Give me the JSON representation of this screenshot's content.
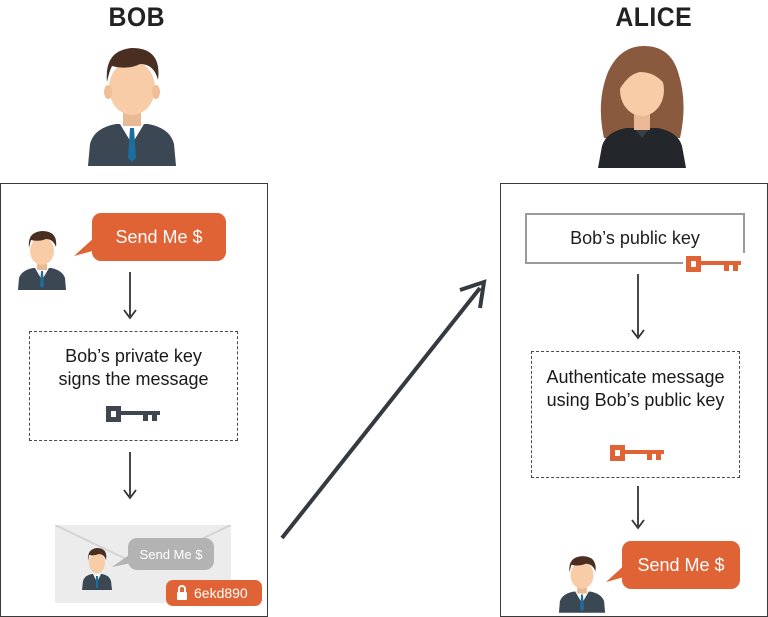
{
  "bob": {
    "title": "BOB",
    "message_bubble": "Send Me $",
    "sign_text": "Bob’s private key signs the message",
    "envelope_bubble": "Send Me $",
    "signature_code": "6ekd890"
  },
  "alice": {
    "title": "ALICE",
    "public_key_label": "Bob’s public key",
    "auth_text": "Authenticate message using Bob’s public key",
    "result_bubble": "Send Me $"
  },
  "icons": {
    "bob_avatar": "man-avatar-icon",
    "alice_avatar": "woman-avatar-icon",
    "private_key": "key-icon",
    "public_key": "key-icon",
    "lock": "lock-icon"
  },
  "colors": {
    "accent": "#e06335",
    "key_dark": "#3f4650",
    "envelope": "#ececec",
    "bubble_grey": "#b3b3b3"
  }
}
